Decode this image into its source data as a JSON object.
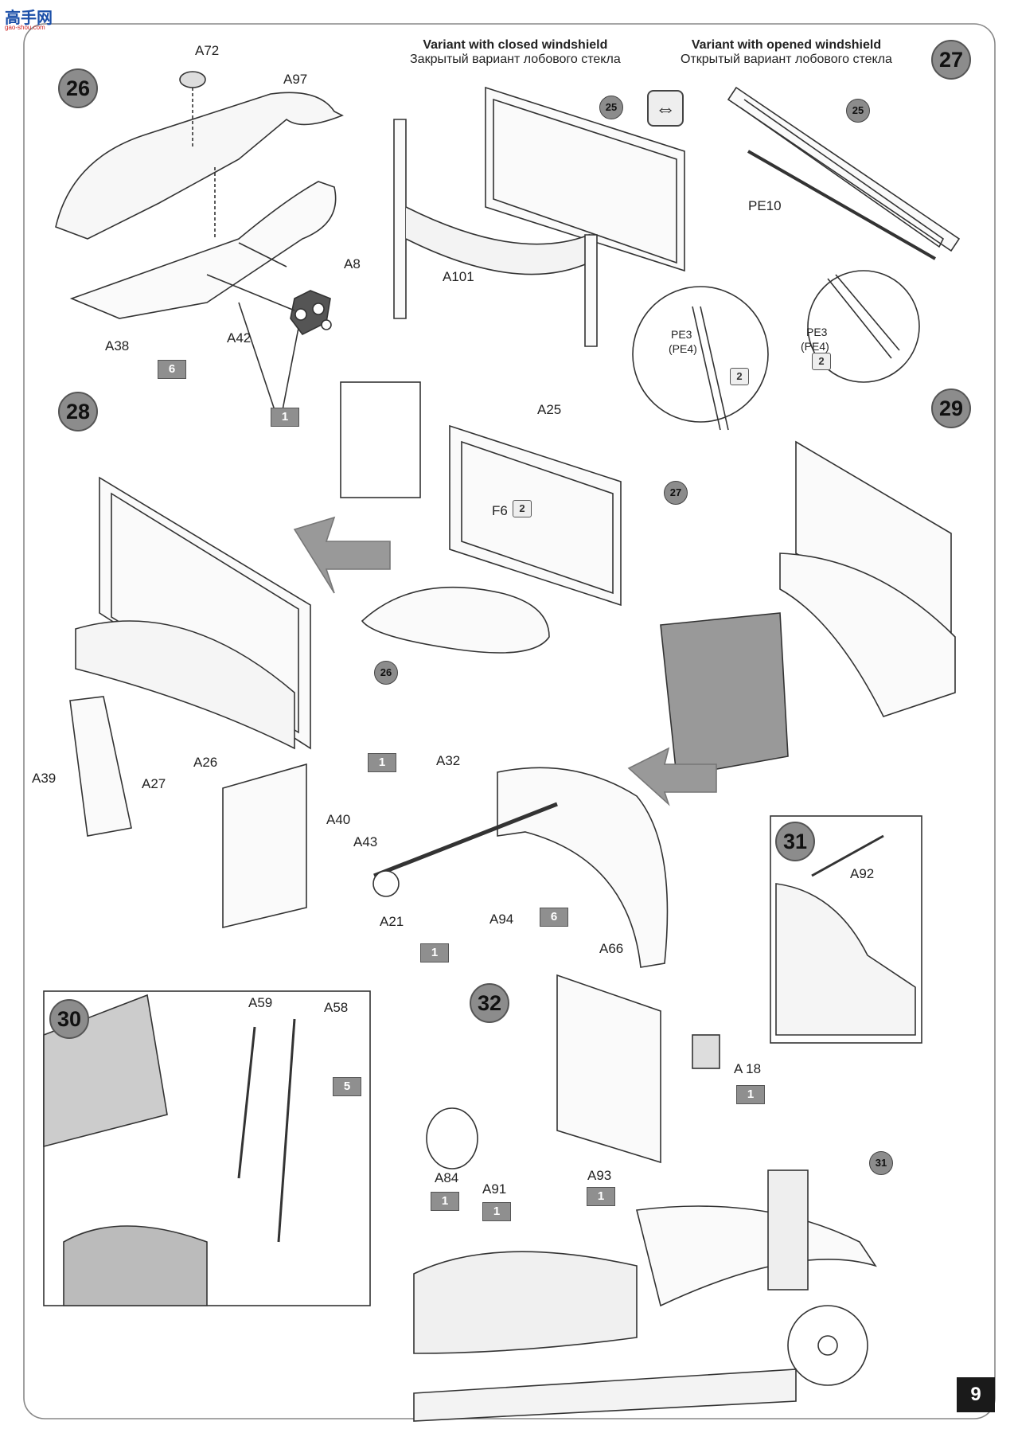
{
  "watermark": {
    "logo": "高手网",
    "sub": "gao-shou.com"
  },
  "page_number": "9",
  "variants": {
    "closed_en": "Variant with closed windshield",
    "closed_ru": "Закрытый вариант лобового стекла",
    "opened_en": "Variant with opened windshield",
    "opened_ru": "Открытый вариант лобового стекла"
  },
  "steps": [
    "26",
    "27",
    "28",
    "29",
    "30",
    "31",
    "32"
  ],
  "refs": {
    "r25a": "25",
    "r25b": "25",
    "r27": "27",
    "r26": "26",
    "r31": "31"
  },
  "paints": {
    "p6a": "6",
    "p1a": "1",
    "p1b": "1",
    "p6b": "6",
    "p1c": "1",
    "p5": "5",
    "p1d": "1",
    "p1e": "1",
    "p1f": "1",
    "p1g": "1"
  },
  "multipliers": {
    "m1": "2",
    "m2": "2",
    "m3": "2"
  },
  "parts": {
    "A72": "A72",
    "A97": "A97",
    "A8": "A8",
    "A38": "A38",
    "A42": "A42",
    "A101": "A101",
    "PE10": "PE10",
    "PE3a": "PE3",
    "PE4a": "(PE4)",
    "PE3b": "PE3",
    "PE4b": "(PE4)",
    "A25": "A25",
    "F6": "F6",
    "A39": "A39",
    "A27": "A27",
    "A26": "A26",
    "A40": "A40",
    "A32": "A32",
    "A43": "A43",
    "A21": "A21",
    "A94": "A94",
    "A66": "A66",
    "A92": "A92",
    "A59": "A59",
    "A58": "A58",
    "A18": "A 18",
    "A84": "A84",
    "A91": "A91",
    "A93": "A93"
  }
}
